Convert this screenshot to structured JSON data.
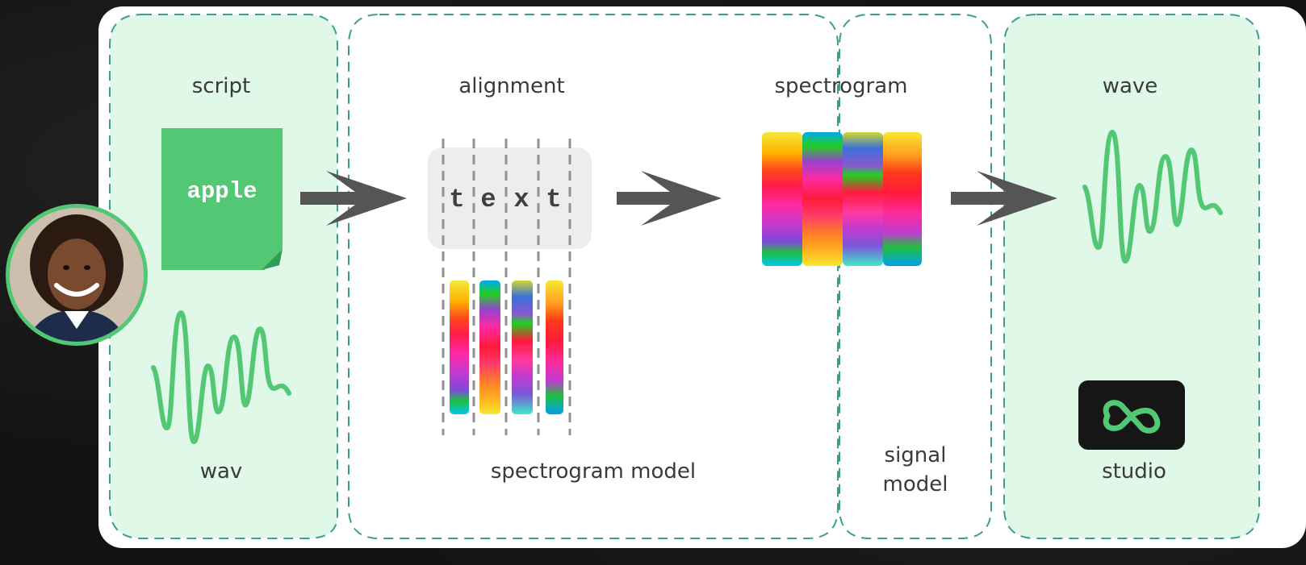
{
  "stages": {
    "script_label": "script",
    "wav_label": "wav",
    "alignment_label": "alignment",
    "spectrogram_label": "spectrogram",
    "spectrogram_model_label": "spectrogram model",
    "signal_model_label_line1": "signal",
    "signal_model_label_line2": "model",
    "wave_label": "wave",
    "studio_label": "studio"
  },
  "script_doc": {
    "word": "apple"
  },
  "alignment": {
    "letters": [
      "t",
      "e",
      "x",
      "t"
    ]
  },
  "colors": {
    "accent_green": "#52c875",
    "panel_fill": "#e0f8e8",
    "dashed_border": "#3a9e91",
    "arrow": "#555555",
    "label_text": "#3a3a3a"
  },
  "icons": [
    "person-avatar",
    "document-icon",
    "waveform-icon",
    "arrow-right-icon",
    "studio-logo-icon"
  ]
}
